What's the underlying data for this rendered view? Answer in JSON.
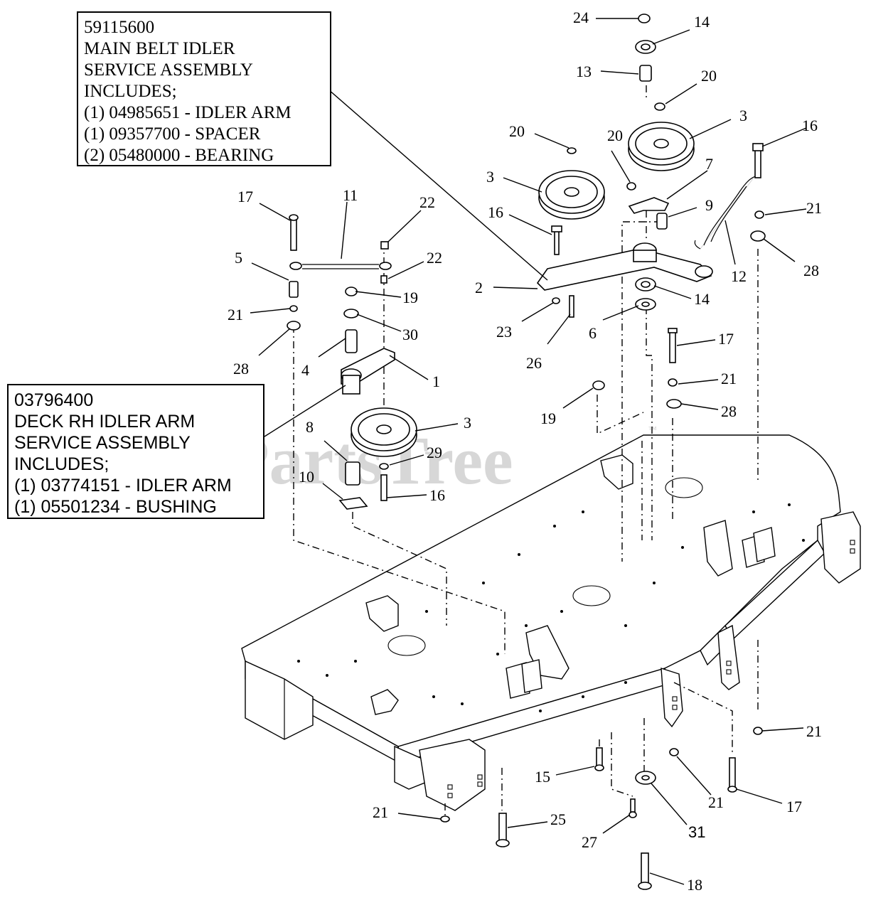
{
  "watermark": "PartsTree",
  "watermark_mark": "™",
  "service_boxes": [
    {
      "lines": [
        "59115600",
        "MAIN BELT IDLER",
        "SERVICE ASSEMBLY",
        "INCLUDES;",
        "(1) 04985651 - IDLER ARM",
        "(1) 09357700 - SPACER",
        "(2) 05480000 - BEARING"
      ]
    },
    {
      "lines": [
        "03796400",
        "DECK RH IDLER ARM",
        "SERVICE ASSEMBLY",
        "INCLUDES;",
        "(1) 03774151 - IDLER ARM",
        "(1) 05501234 - BUSHING"
      ]
    }
  ],
  "callouts": [
    "24",
    "14",
    "13",
    "20",
    "3",
    "20",
    "20",
    "16",
    "3",
    "7",
    "9",
    "21",
    "12",
    "28",
    "16",
    "2",
    "14",
    "6",
    "23",
    "26",
    "17",
    "11",
    "22",
    "22",
    "5",
    "19",
    "21",
    "30",
    "28",
    "4",
    "1",
    "17",
    "21",
    "28",
    "19",
    "3",
    "8",
    "29",
    "10",
    "16",
    "21",
    "15",
    "21",
    "17",
    "31",
    "27",
    "25",
    "21",
    "18"
  ]
}
